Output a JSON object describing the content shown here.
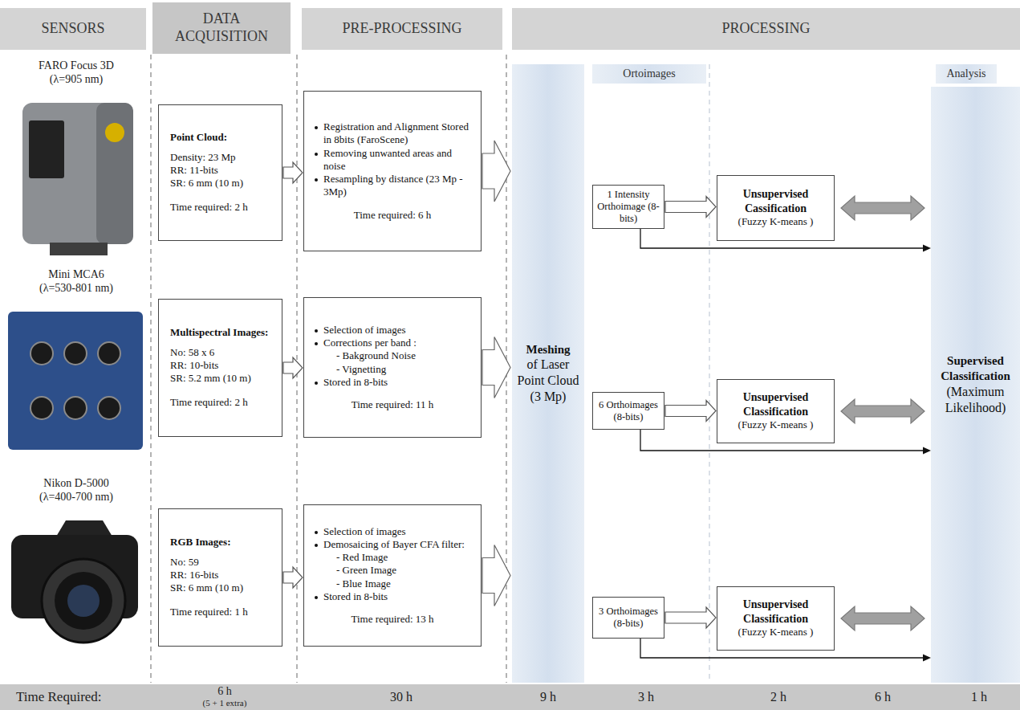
{
  "diagram": {
    "nodes": [
      {
        "text": [
          "SENSORS"
        ]
      },
      {
        "text": [
          "DATA ACQUISITION"
        ]
      },
      {
        "text": [
          "PRE-PROCESSING"
        ]
      },
      {
        "text": [
          "PROCESSING"
        ]
      },
      {
        "text": [
          "Ortoimages"
        ]
      },
      {
        "text": [
          "Analysis"
        ]
      },
      {
        "text": [
          "Point Cloud:",
          "Density: 23 Mp",
          "RR: 11-bits",
          "SR: 6 mm (10 m)",
          "Time required: 2 h"
        ]
      },
      {
        "text": [
          "Registration and Alignment Stored in 8bits (FaroScene)",
          "Removing unwanted areas and noise",
          "Resampling by distance (23 Mp - 3Mp)",
          "Time required: 6 h"
        ]
      },
      {
        "text": [
          "Meshing",
          "of Laser Point Cloud (3 Mp)"
        ]
      },
      {
        "text": [
          "1 Intensity Orthoimage (8-bits)"
        ]
      },
      {
        "text": [
          "Unsupervised Cassification",
          "(Fuzzy K-means )"
        ]
      },
      {
        "text": [
          "Supervised Classification",
          "(Maximum Likelihood)"
        ]
      },
      {
        "text": [
          "Multispectral Images:",
          "No: 58 x 6",
          "RR: 10-bits",
          "SR: 5.2 mm (10 m)",
          "Time required: 2 h"
        ]
      },
      {
        "text": [
          "Selection of images",
          "Corrections per band :",
          "- Bakground Noise",
          "- Vignetting",
          "Stored in 8-bits",
          "Time required: 11 h"
        ]
      },
      {
        "text": [
          "6 Orthoimages (8-bits)"
        ]
      },
      {
        "text": [
          "Unsupervised Classification",
          "(Fuzzy K-means )"
        ]
      },
      {
        "text": [
          "RGB Images:",
          "No: 59",
          "RR: 16-bits",
          "SR: 6 mm (10 m)",
          "Time required: 1 h"
        ]
      },
      {
        "text": [
          "Selection of images",
          "Demosaicing of Bayer CFA filter:",
          "- Red Image",
          "- Green Image",
          "- Blue Image",
          "Stored in 8-bits",
          "Time required: 13 h"
        ]
      },
      {
        "text": [
          "3 Orthoimages (8-bits)"
        ]
      },
      {
        "text": [
          "Unsupervised Classification",
          "(Fuzzy K-means )"
        ]
      },
      {
        "text": [
          "Time Required:"
        ]
      }
    ],
    "edges": [
      {
        "from": 6,
        "to": 7,
        "arrow": "to"
      },
      {
        "from": 7,
        "to": 8,
        "arrow": "to"
      },
      {
        "from": 9,
        "to": 10,
        "arrow": "to"
      },
      {
        "from": 10,
        "to": 11,
        "arrow": "both"
      },
      {
        "from": 9,
        "to": 11,
        "arrow": "to"
      },
      {
        "from": 12,
        "to": 13,
        "arrow": "to"
      },
      {
        "from": 13,
        "to": 8,
        "arrow": "to"
      },
      {
        "from": 14,
        "to": 15,
        "arrow": "to"
      },
      {
        "from": 15,
        "to": 11,
        "arrow": "both"
      },
      {
        "from": 14,
        "to": 11,
        "arrow": "to"
      },
      {
        "from": 16,
        "to": 17,
        "arrow": "to"
      },
      {
        "from": 17,
        "to": 8,
        "arrow": "to"
      },
      {
        "from": 18,
        "to": 19,
        "arrow": "to"
      },
      {
        "from": 19,
        "to": 11,
        "arrow": "both"
      },
      {
        "from": 18,
        "to": 11,
        "arrow": "to"
      }
    ],
    "labels": [
      "FARO Focus 3D",
      "(λ=905 nm)",
      "Mini MCA6",
      "(λ=530-801 nm)",
      "Nikon D-5000",
      "(λ=400-700 nm)",
      "6 h",
      "(5 + 1 extra)",
      "30 h",
      "9 h",
      "3 h",
      "2 h",
      "6 h",
      "1 h"
    ]
  }
}
